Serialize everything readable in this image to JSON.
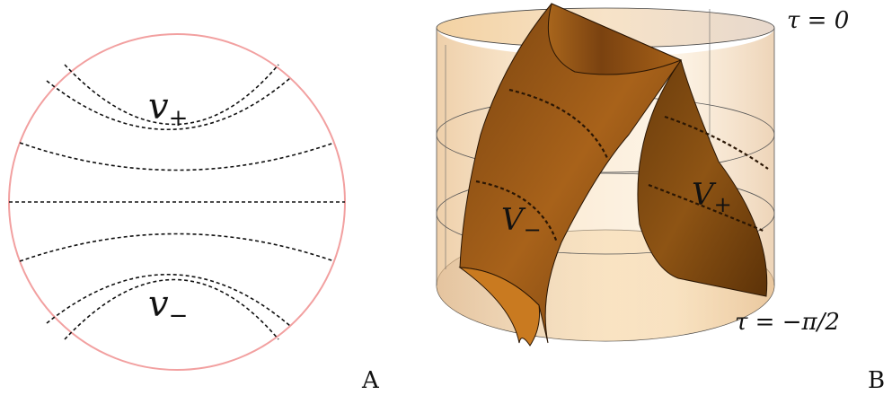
{
  "panels": {
    "a": {
      "label": "A",
      "upper_region": {
        "symbol": "v",
        "sub": "+"
      },
      "lower_region": {
        "symbol": "v",
        "sub": "−"
      },
      "colors": {
        "boundary": "#f2a0a0",
        "curves": "#111111"
      }
    },
    "b": {
      "label": "B",
      "top_time": "τ = 0",
      "bottom_time": "τ = −π/2",
      "region_plus": {
        "symbol": "V",
        "sub": "+"
      },
      "region_minus": {
        "symbol": "V",
        "sub": "−"
      },
      "colors": {
        "cylinder": "#f6d6aa",
        "surface_dark": "#5a3206",
        "surface_mid": "#9a5a12",
        "surface_light": "#c98a2c"
      }
    }
  }
}
